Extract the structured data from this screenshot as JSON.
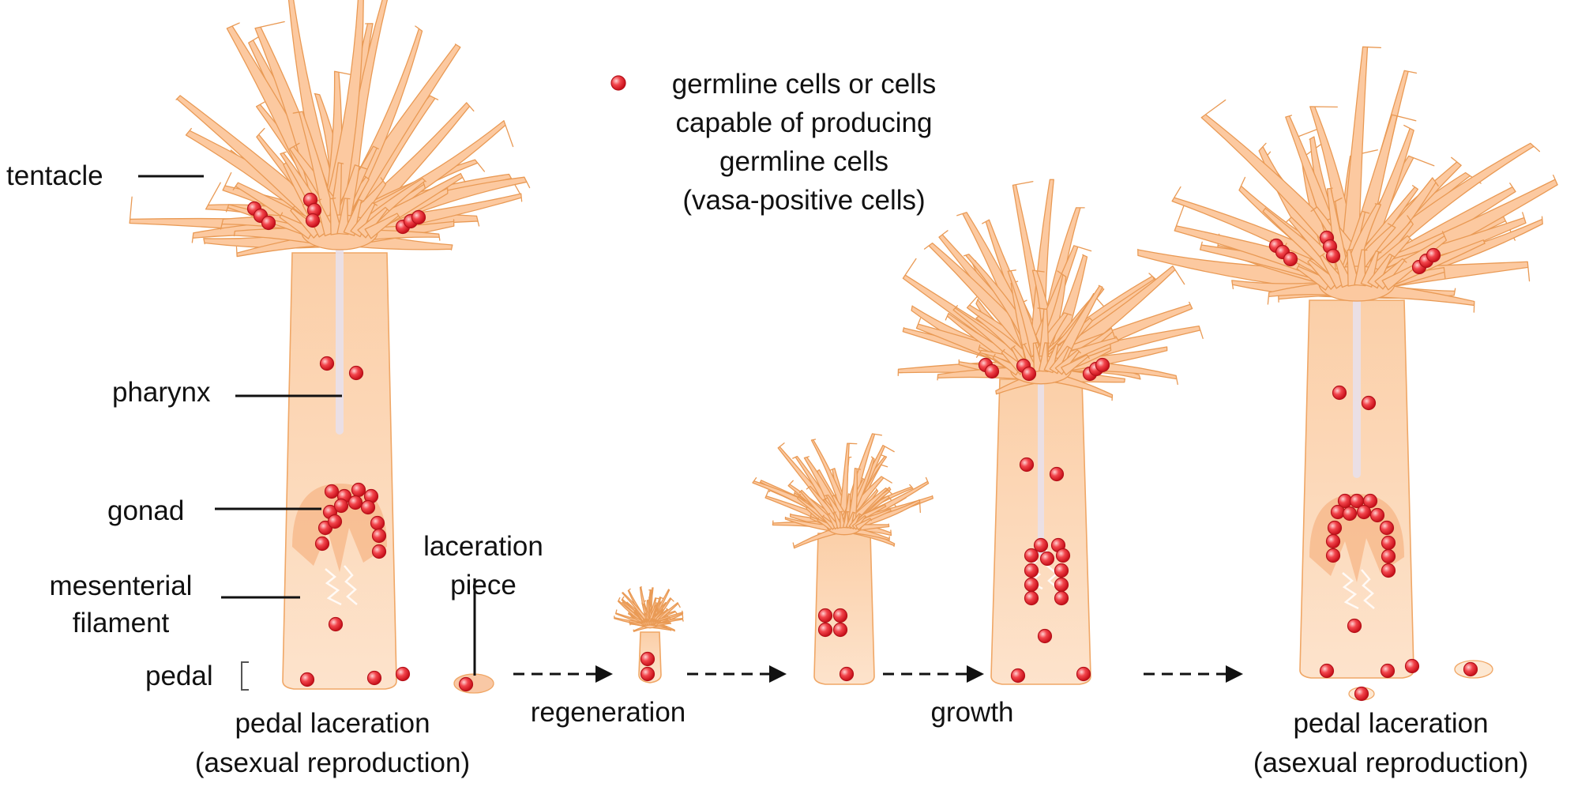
{
  "labels": {
    "tentacle": "tentacle",
    "pharynx": "pharynx",
    "gonad": "gonad",
    "mesenterial_1": "mesenterial",
    "mesenterial_2": "filament",
    "pedal": "pedal",
    "laceration_piece_1": "laceration",
    "laceration_piece_2": "piece",
    "left_caption_1": "pedal laceration",
    "left_caption_2": "(asexual reproduction)",
    "right_caption_1": "pedal laceration",
    "right_caption_2": "(asexual reproduction)",
    "step_regeneration": "regeneration",
    "step_growth": "growth"
  },
  "legend": {
    "line1": "germline cells or cells",
    "line2": "capable of producing",
    "line3": "germline cells",
    "line4": "(vasa-positive cells)"
  },
  "colors": {
    "body_fill": "#fbd7b4",
    "body_stroke": "#f0a766",
    "tentacle_fill": "#fcc9a0",
    "tentacle_stroke": "#e99a55",
    "germ_cell": "#e8202a",
    "germ_cell_highlight": "#ffd2d2",
    "pharynx": "#e8e0ea",
    "gonad": "#f7b383",
    "arrow": "#111111"
  },
  "icons": {
    "germ_cell": "red-sphere",
    "arrow": "dashed-right-arrow",
    "pedal_bracket": "bracket-icon"
  }
}
